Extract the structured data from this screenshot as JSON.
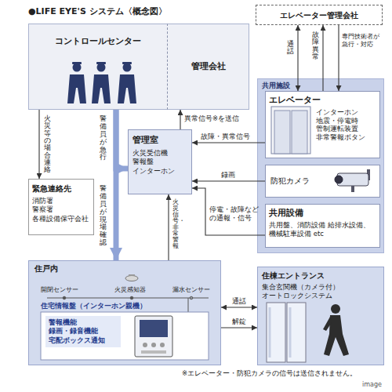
{
  "diagram": {
    "title": "●LIFE EYE'S システム〈概念図〉",
    "nodes": [
      {
        "text": [
          "エレベーター管理会社"
        ]
      },
      {
        "text": [
          "コントロールセンター"
        ]
      },
      {
        "text": [
          "管理会社"
        ]
      },
      {
        "text": [
          "緊急連絡先",
          "消防署 警察署 各種設備保守会社"
        ]
      },
      {
        "text": [
          "管理室",
          "火災受信機 警報盤 インターホン"
        ]
      },
      {
        "text": [
          "共用施設"
        ]
      },
      {
        "text": [
          "エレベーター",
          "インターホン 地震・停電時 管制運転装置 非常警報ボタン"
        ],
        "in": 5
      },
      {
        "text": [
          "防犯カメラ"
        ],
        "in": 5
      },
      {
        "text": [
          "共用設備",
          "共用盤、消防設備 給排水設備、機械駐車設備 etc"
        ],
        "in": 5
      },
      {
        "text": [
          "住戸内"
        ]
      },
      {
        "text": [
          "住宅情報盤（インターホン親機）",
          "警報機能 録画・録音機能 宅配ボックス通知"
        ],
        "in": 9
      },
      {
        "text": [
          "住棟エントランス",
          "集合玄関機（カメラ付） オートロックシステム"
        ]
      }
    ],
    "edges": [
      {
        "from": 1,
        "to": 3,
        "label": "火災等の場合連絡",
        "arrow": "to"
      },
      {
        "from": 1,
        "to": 4,
        "label": "警備員が急行",
        "arrow": "to"
      },
      {
        "from": 1,
        "to": 9,
        "label": "警備員が現場確認",
        "arrow": "to"
      },
      {
        "from": 4,
        "to": 2,
        "label": "異常信号※を送信",
        "arrow": "to"
      },
      {
        "from": 6,
        "to": 4,
        "label": "故障・異常信号",
        "arrow": "to"
      },
      {
        "from": 7,
        "to": 4,
        "label": "録画",
        "arrow": "to"
      },
      {
        "from": 8,
        "to": 4,
        "label": "停電・故障などの通報・信号",
        "arrow": "to"
      },
      {
        "from": 9,
        "to": 4,
        "label": "火災信号・非常警報",
        "arrow": "to"
      },
      {
        "from": 9,
        "to": 11,
        "label": "通話",
        "arrow": "both"
      },
      {
        "from": 9,
        "to": 11,
        "label": "解錠",
        "arrow": "to"
      },
      {
        "from": 6,
        "to": 0,
        "label": "通話",
        "arrow": "both"
      },
      {
        "from": 6,
        "to": 0,
        "label": "故障異常",
        "arrow": "to"
      },
      {
        "from": 0,
        "to": 6,
        "label": "専門技術者が急行・対応",
        "arrow": "to"
      }
    ],
    "labels": [
      "開閉センサー",
      "火災感知器",
      "漏水センサー",
      "※エレベーター・防犯カメラの信号は送信されません。",
      "image"
    ]
  }
}
